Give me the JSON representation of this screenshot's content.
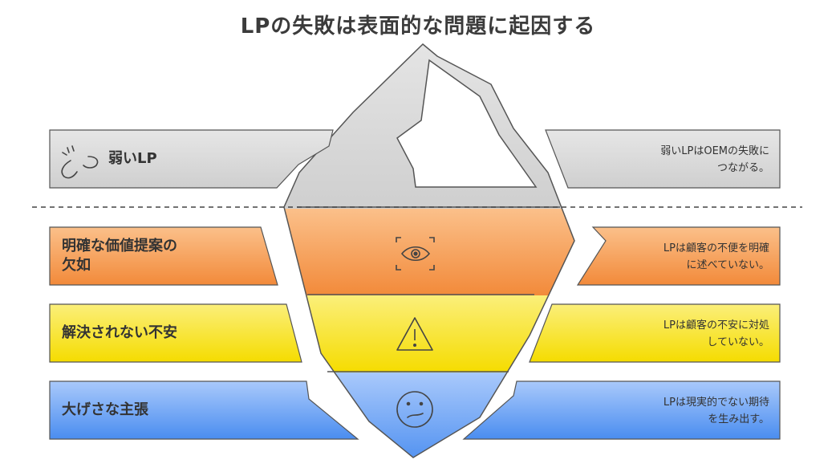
{
  "title": "LPの失敗は表面的な問題に起因する",
  "layers": [
    {
      "label": "弱いLP",
      "description": "弱いLPはOEMの失敗につながる。",
      "desc_lines": [
        "弱いLPはOEMの失敗に",
        "つながる。"
      ],
      "icon": "broken-link-icon",
      "color": "#dcdcdc"
    },
    {
      "label": "明確な価値提案の欠如",
      "label_lines": [
        "明確な価値提案の",
        "欠如"
      ],
      "description": "LPは顧客の不便を明確に述べていない。",
      "desc_lines": [
        "LPは顧客の不便を明確",
        "に述べていない。"
      ],
      "icon": "eye-icon",
      "color": "#f4a15f"
    },
    {
      "label": "解決されない不安",
      "description": "LPは顧客の不安に対処していない。",
      "desc_lines": [
        "LPは顧客の不安に対処",
        "していない。"
      ],
      "icon": "warning-icon",
      "color": "#f7e21c"
    },
    {
      "label": "大げさな主張",
      "description": "LPは現実的でない期待を生み出す。",
      "desc_lines": [
        "LPは現実的でない期待",
        "を生み出す。"
      ],
      "icon": "confused-face-icon",
      "color": "#6aa3f5"
    }
  ]
}
